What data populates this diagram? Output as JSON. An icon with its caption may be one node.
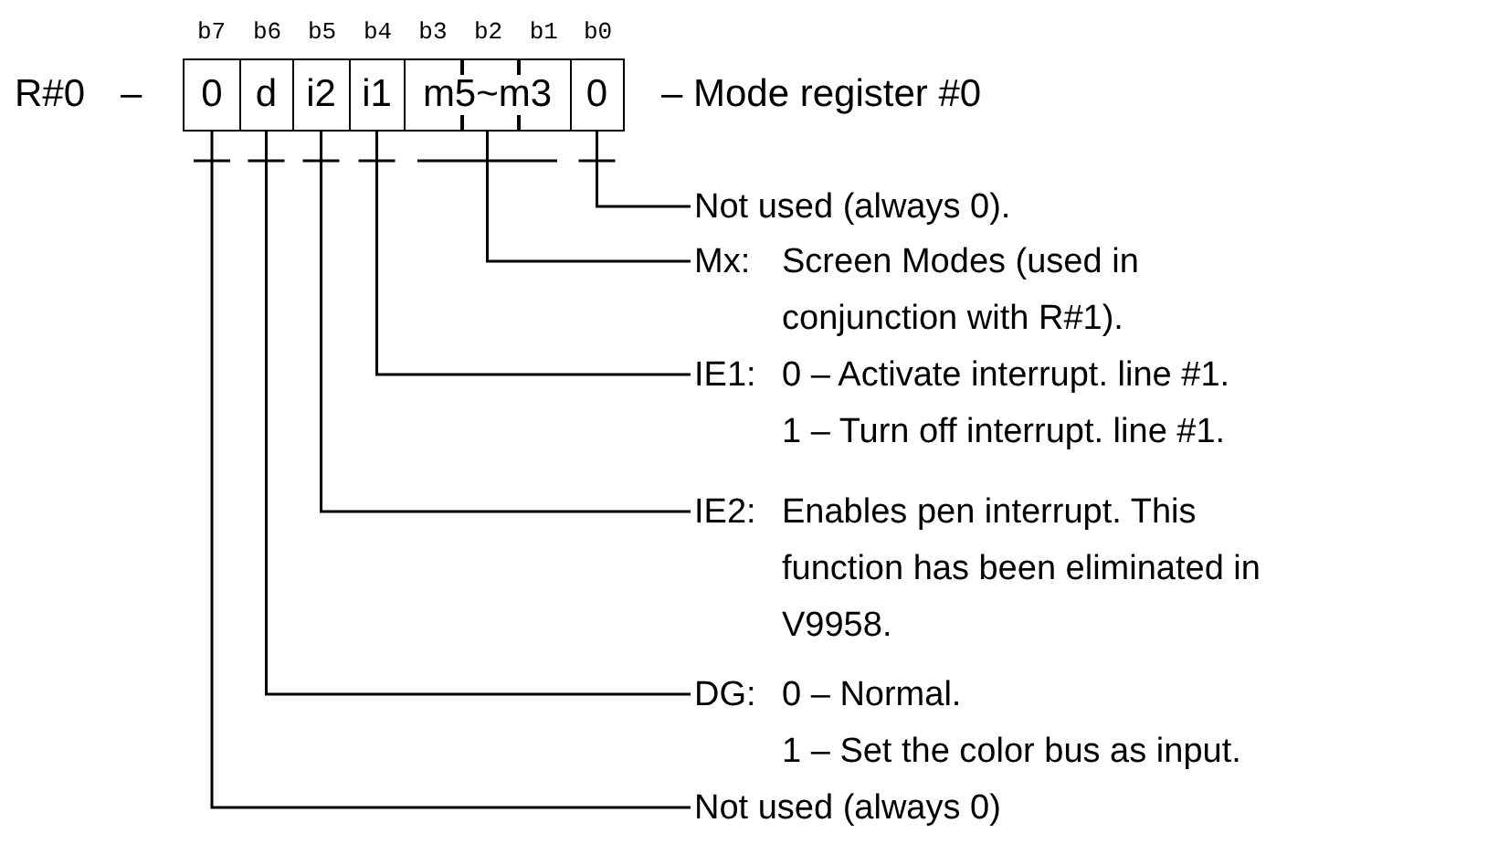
{
  "diagram": {
    "nodes": [
      {
        "text": [
          "0"
        ]
      },
      {
        "text": [
          "d"
        ]
      },
      {
        "text": [
          "i2"
        ]
      },
      {
        "text": [
          "i1"
        ]
      },
      {
        "text": [
          "m5~m3"
        ]
      },
      {
        "text": [
          "0"
        ]
      },
      {
        "text": [
          "Not used (always 0)."
        ]
      },
      {
        "text": [
          "Mx:",
          "Screen Modes (used in conjunction with R#1)."
        ]
      },
      {
        "text": [
          "IE1:",
          "0 – Activate interrupt. line #1.",
          "1 – Turn off interrupt. line #1."
        ]
      },
      {
        "text": [
          "IE2:",
          "Enables pen interrupt. This function has been eliminated in V9958."
        ]
      },
      {
        "text": [
          "DG:",
          "0 – Normal.",
          "1 – Set the color bus as input."
        ]
      },
      {
        "text": [
          "Not used (always 0)"
        ]
      }
    ],
    "edges": [
      {
        "from": 5,
        "to": 6,
        "arrow": "none"
      },
      {
        "from": 4,
        "to": 7,
        "arrow": "none"
      },
      {
        "from": 3,
        "to": 8,
        "arrow": "none"
      },
      {
        "from": 2,
        "to": 9,
        "arrow": "none"
      },
      {
        "from": 1,
        "to": 10,
        "arrow": "none"
      },
      {
        "from": 0,
        "to": 11,
        "arrow": "none"
      }
    ],
    "labels": [
      "b7",
      "b6",
      "b5",
      "b4",
      "b3",
      "b2",
      "b1",
      "b0",
      "R#0",
      "–",
      "– Mode register #0"
    ]
  }
}
